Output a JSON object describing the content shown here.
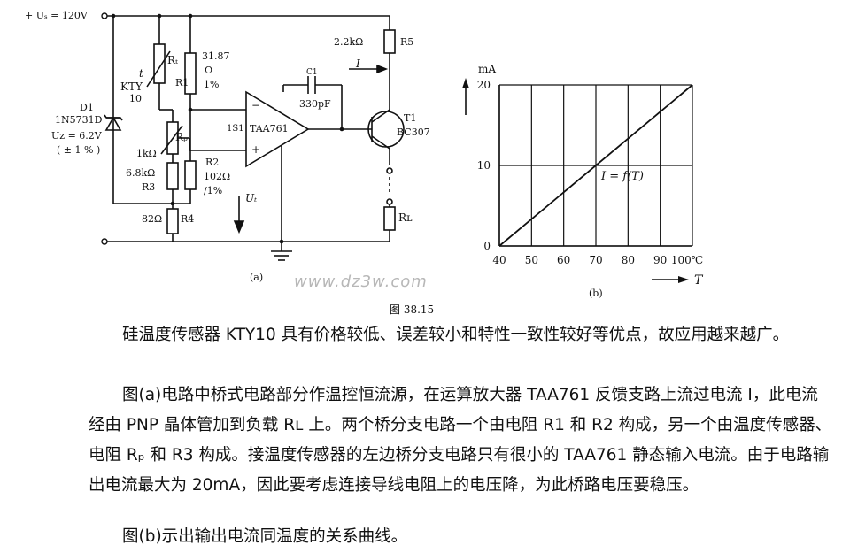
{
  "circuit": {
    "supply": "+ Uₛ = 120V",
    "rt_label": "Rₜ",
    "kty_label": "KTY",
    "kty_num": "10",
    "t_symbol": "t",
    "r1_label": "R1",
    "r1_value": "31.87",
    "r1_unit": "Ω",
    "r1_tol": "1%",
    "d1_label": "D1",
    "d1_part": "1N5731D",
    "d1_uz": "Uᴢ = 6.2V",
    "d1_tol": "( ± 1 % )",
    "rp_label": "Rₚ",
    "rp_value": "1kΩ",
    "r3_value": "6.8kΩ",
    "r3_label": "R3",
    "r4_value": "82Ω",
    "r4_label": "R4",
    "r2_label": "R2",
    "r2_value": "102Ω",
    "r2_tol": "/1%",
    "ut_label": "Uₜ",
    "pin_label": "1S1",
    "opamp_label": "TAA761",
    "minus": "−",
    "plus": "+",
    "r5_value": "2.2kΩ",
    "r5_label": "R5",
    "c1_label": "C1",
    "c1_value": "330pF",
    "i_label": "I",
    "t1_label": "T1",
    "t1_part": "BC307",
    "rl_label": "Rʟ",
    "sub_a": "(a)",
    "watermark": "www.dz3w.com"
  },
  "chart_data": {
    "type": "line",
    "x": [
      40,
      100
    ],
    "series": [
      {
        "values": [
          0,
          20
        ]
      }
    ],
    "xticks": [
      "40",
      "50",
      "60",
      "70",
      "80",
      "90",
      "100℃"
    ],
    "yticks": [
      "0",
      "10",
      "20"
    ],
    "xlim": [
      40,
      100
    ],
    "ylim": [
      0,
      20
    ],
    "ylabel": "mA",
    "xlabel": "T",
    "annotation": "I = f(T)",
    "grid": true,
    "sub_b": "(b)"
  },
  "figure_caption": "图 38.15",
  "paragraphs": [
    "硅温度传感器 KTY10 具有价格较低、误差较小和特性一致性较好等优点，故应用越来越广。",
    "图(a)电路中桥式电路部分作温控恒流源，在运算放大器 TAA761 反馈支路上流过电流 I，此电流经由 PNP 晶体管加到负载 Rʟ 上。两个桥分支电路一个由电阻 R1 和 R2 构成，另一个由温度传感器、电阻 Rₚ 和 R3 构成。接温度传感器的左边桥分支电路只有很小的 TAA761 静态输入电流。由于电路输出电流最大为 20mA，因此要考虑连接导线电阻上的电压降，为此桥路电压要稳压。",
    "图(b)示出输出电流同温度的关系曲线。"
  ]
}
